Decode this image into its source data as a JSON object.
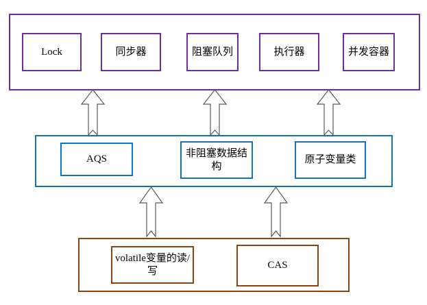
{
  "diagram": {
    "title": "Java concurrency layered architecture",
    "colors": {
      "top_layer_border": "#6B2F9E",
      "middle_layer_border": "#1072BA",
      "bottom_layer_border": "#8B4513",
      "arrow_stroke": "#595959",
      "background": "#FFFFFF",
      "text": "#000000"
    },
    "layers": [
      {
        "id": "top",
        "name": "top-layer",
        "nodes": [
          {
            "label": "Lock"
          },
          {
            "label": "同步器"
          },
          {
            "label": "阻塞队列"
          },
          {
            "label": "执行器"
          },
          {
            "label": "并发容器"
          }
        ]
      },
      {
        "id": "middle",
        "name": "middle-layer",
        "nodes": [
          {
            "label": "AQS"
          },
          {
            "label": "非阻塞数据结构"
          },
          {
            "label": "原子变量类"
          }
        ]
      },
      {
        "id": "bottom",
        "name": "bottom-layer",
        "nodes": [
          {
            "label": "volatile变量的读/写"
          },
          {
            "label": "CAS"
          }
        ]
      }
    ],
    "arrows": [
      {
        "name": "arrow-middle-to-top-1",
        "direction": "up"
      },
      {
        "name": "arrow-middle-to-top-2",
        "direction": "up"
      },
      {
        "name": "arrow-middle-to-top-3",
        "direction": "up"
      },
      {
        "name": "arrow-bottom-to-middle-1",
        "direction": "up"
      },
      {
        "name": "arrow-bottom-to-middle-2",
        "direction": "up"
      }
    ]
  }
}
